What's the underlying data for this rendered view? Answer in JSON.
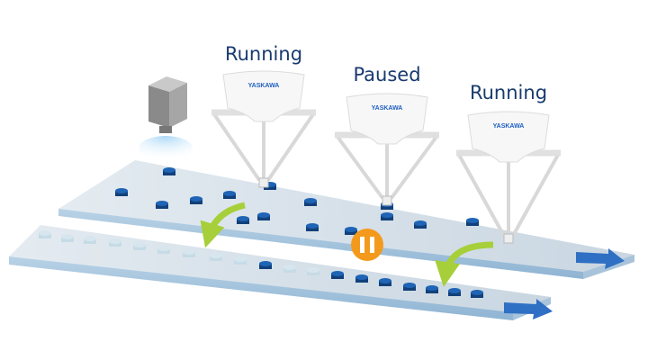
{
  "robots": [
    {
      "status": "Running",
      "brand": "YASKAWA"
    },
    {
      "status": "Paused",
      "brand": "YASKAWA"
    },
    {
      "status": "Running",
      "brand": "YASKAWA"
    }
  ],
  "pause_indicator": {
    "icon": "pause-icon",
    "color": "#f39a1c"
  },
  "colors": {
    "label": "#183a6e",
    "product": "#12407a",
    "empty_slot": "#d7e6ee",
    "transfer_arrow": "#a6cf3a",
    "direction_arrow": "#2f6fc4"
  }
}
